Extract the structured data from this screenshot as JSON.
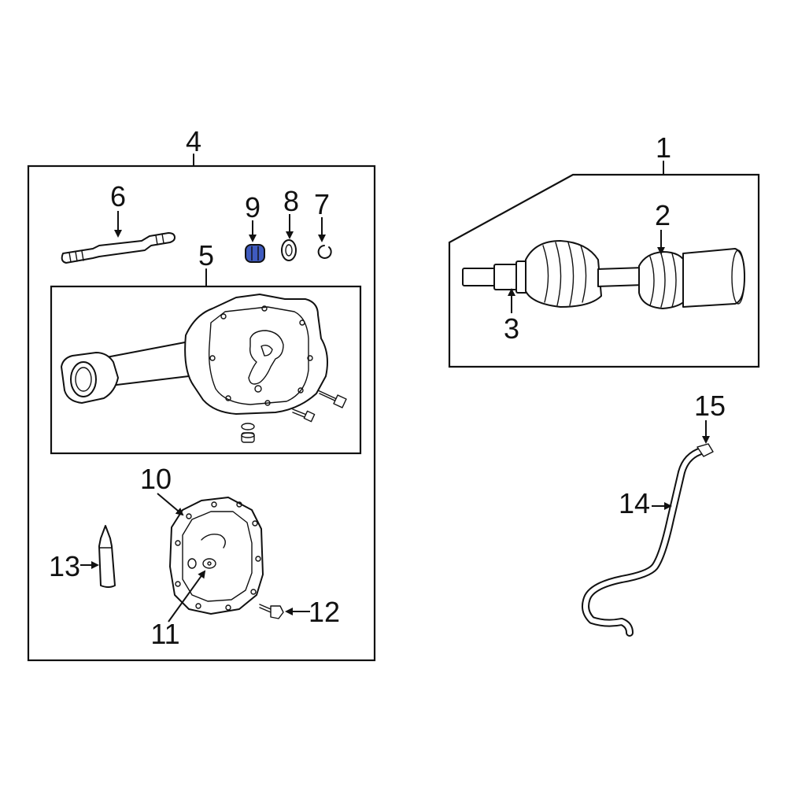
{
  "diagram": {
    "highlight_color": "#3f5bbf",
    "highlighted_part": "9",
    "callouts": {
      "c1": "1",
      "c2": "2",
      "c3": "3",
      "c4": "4",
      "c5": "5",
      "c6": "6",
      "c7": "7",
      "c8": "8",
      "c9": "9",
      "c10": "10",
      "c11": "11",
      "c12": "12",
      "c13": "13",
      "c14": "14",
      "c15": "15"
    }
  }
}
